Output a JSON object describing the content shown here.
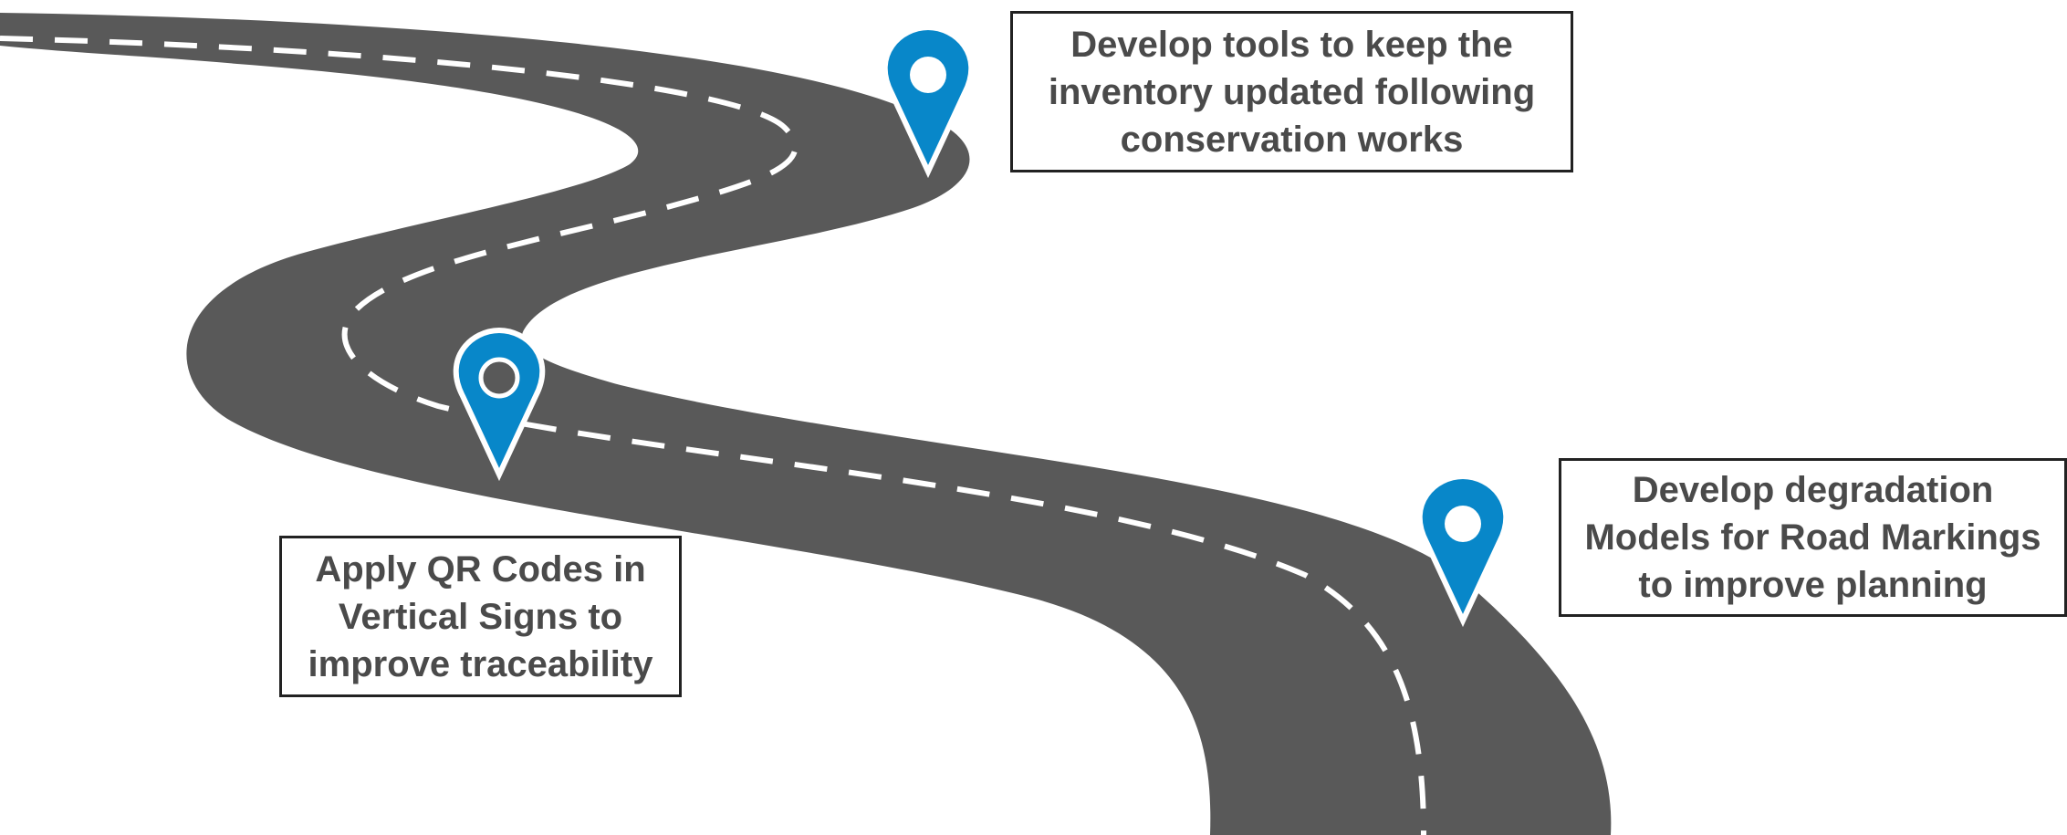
{
  "colors": {
    "road": "#595959",
    "lane_marking": "#ffffff",
    "pin": "#0887c9",
    "pin_outline": "#ffffff",
    "text": "#4a4a4a",
    "box_border": "#222222"
  },
  "milestones": [
    {
      "text": "Develop tools to keep the\ninventory updated following\nconservation works",
      "icon": "map-pin-icon"
    },
    {
      "text": "Apply QR Codes in\nVertical Signs to\nimprove traceability",
      "icon": "map-pin-icon"
    },
    {
      "text": "Develop degradation\nModels for Road Markings\nto improve planning",
      "icon": "map-pin-icon"
    }
  ]
}
